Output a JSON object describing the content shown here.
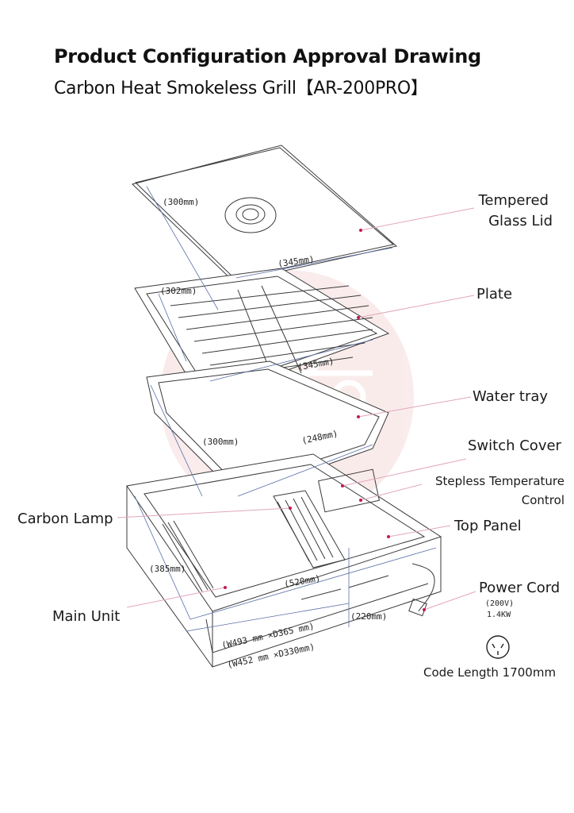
{
  "header": {
    "title": "Product Configuration Approval Drawing",
    "subtitle": "Carbon Heat Smokeless Grill【AR-200PRO】"
  },
  "callouts": {
    "glass_lid_line1": "Tempered",
    "glass_lid_line2": "Glass Lid",
    "plate": "Plate",
    "water_tray": "Water tray",
    "switch_cover": "Switch Cover",
    "temp_control_line1": "Stepless Temperature",
    "temp_control_line2": "Control",
    "carbon_lamp": "Carbon Lamp",
    "top_panel": "Top Panel",
    "main_unit": "Main Unit",
    "power_cord": "Power Cord",
    "voltage": "(200V)",
    "wattage": "1.4KW",
    "cord_length": "Code Length 1700mm"
  },
  "dimensions": {
    "lid_depth": "(300mm)",
    "lid_width": "(345mm)",
    "plate_depth": "(302mm)",
    "plate_width": "(345mm)",
    "tray_depth": "(300mm)",
    "tray_width": "(248mm)",
    "unit_depth": "(385mm)",
    "unit_width": "(520mm)",
    "unit_height": "(220mm)",
    "outer_size": "(W493 mm ×D365 mm)",
    "inner_size": "(W452 mm ×D330mm)"
  },
  "colors": {
    "line": "#3a3a3a",
    "leader": "#e3a6bd",
    "marker": "#c2185b",
    "watermark": "#f6dcdc"
  }
}
